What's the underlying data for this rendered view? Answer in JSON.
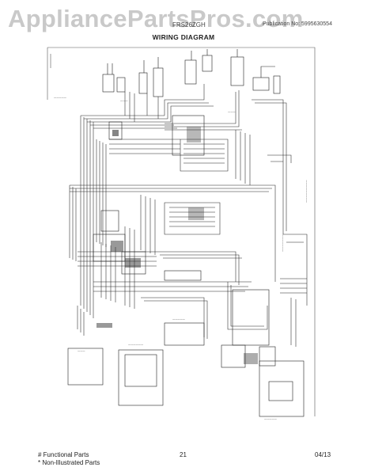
{
  "header": {
    "watermark": "AppliancePartsPros.com",
    "model": "FRS26ZGH",
    "publication": "Publication No: 5995630554",
    "title": "WIRING DIAGRAM"
  },
  "footer": {
    "functional_parts": "# Functional Parts",
    "non_illustrated": "* Non-Illustrated Parts",
    "page_number": "21",
    "date": "04/13"
  },
  "colors": {
    "line": "#222222",
    "watermark": "#c9c9c9"
  }
}
